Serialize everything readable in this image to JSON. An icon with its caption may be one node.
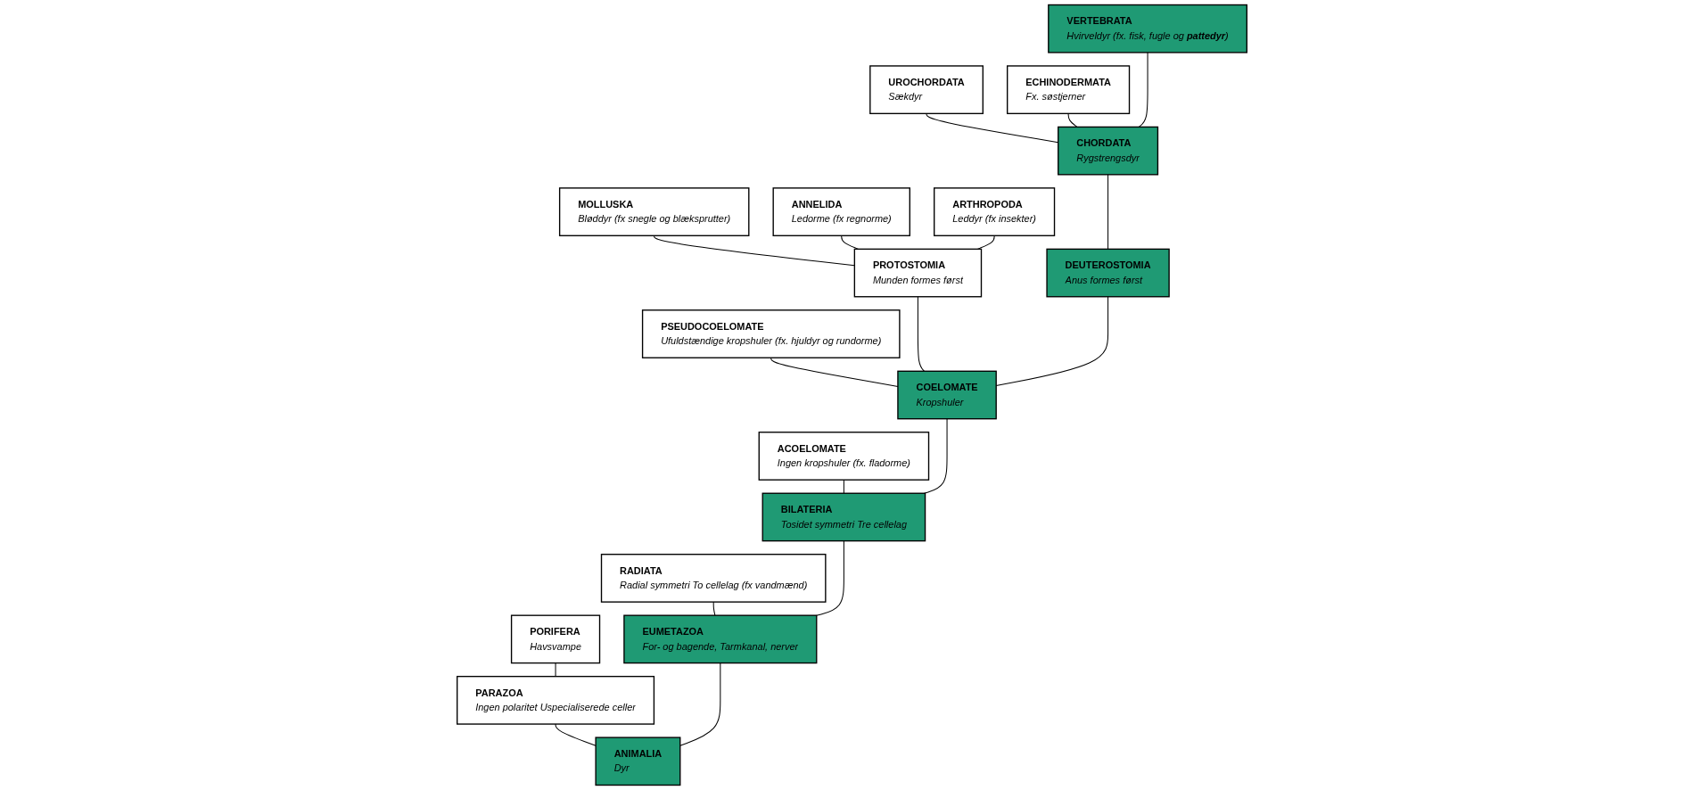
{
  "diagram": {
    "nodes": [
      {
        "text": [
          "PORIFERA",
          "Havsvampe"
        ]
      },
      {
        "text": [
          "RADIATA",
          "Radial symmetri To cellelag (fx vandmænd)"
        ]
      },
      {
        "text": [
          "ACOELOMATE",
          "Ingen kropshuler (fx. fladorme)"
        ]
      },
      {
        "text": [
          "MOLLUSKA",
          "Bløddyr (fx snegle og blæksprutter)"
        ]
      },
      {
        "text": [
          "ANNELIDA",
          "Ledorme (fx regnorme)"
        ]
      },
      {
        "text": [
          "ARTHROPODA",
          "Leddyr (fx insekter)"
        ]
      },
      {
        "text": [
          "VERTEBRATA",
          "Hvirveldyr (fx. fisk, fugle og **pattedyr**)"
        ]
      },
      {
        "text": [
          "CHORDATA",
          "Rygstrengsdyr"
        ]
      },
      {
        "text": [
          "PROTOSTOMIA",
          "Munden formes først"
        ]
      },
      {
        "text": [
          "UROCHORDATA",
          "Sækdyr"
        ]
      },
      {
        "text": [
          "DEUTEROSTOMIA",
          "Anus formes først"
        ]
      },
      {
        "text": [
          "ECHINODERMATA",
          "Fx. søstjerner"
        ]
      },
      {
        "text": [
          "COELOMATE",
          "Kropshuler"
        ]
      },
      {
        "text": [
          "PARAZOA",
          "Ingen polaritet Uspecialiserede celler"
        ]
      },
      {
        "text": [
          "BILATERIA",
          "Tosidet symmetri Tre cellelag"
        ]
      },
      {
        "text": [
          "PSEUDOCOELOMATE",
          "Ufuldstændige kropshuler (fx. hjuldyr og rundorme)"
        ]
      },
      {
        "text": [
          "EUMETAZOA",
          "For- og bagende, Tarmkanal, nerver"
        ]
      },
      {
        "text": [
          "ANIMALIA",
          "Dyr"
        ]
      }
    ],
    "edges": [
      {
        "from": 17,
        "to": 16,
        "arrow": "none"
      },
      {
        "from": 17,
        "to": 13,
        "arrow": "none"
      },
      {
        "from": 13,
        "to": 0,
        "arrow": "none"
      },
      {
        "from": 16,
        "to": 14,
        "arrow": "none"
      },
      {
        "from": 16,
        "to": 1,
        "arrow": "none"
      },
      {
        "from": 14,
        "to": 12,
        "arrow": "none"
      },
      {
        "from": 14,
        "to": 2,
        "arrow": "none"
      },
      {
        "from": 12,
        "to": 10,
        "arrow": "none"
      },
      {
        "from": 12,
        "to": 8,
        "arrow": "none"
      },
      {
        "from": 12,
        "to": 15,
        "arrow": "none"
      },
      {
        "from": 8,
        "to": 3,
        "arrow": "none"
      },
      {
        "from": 8,
        "to": 4,
        "arrow": "none"
      },
      {
        "from": 8,
        "to": 5,
        "arrow": "none"
      },
      {
        "from": 10,
        "to": 7,
        "arrow": "none"
      },
      {
        "from": 7,
        "to": 6,
        "arrow": "none"
      },
      {
        "from": 7,
        "to": 9,
        "arrow": "none"
      },
      {
        "from": 7,
        "to": 11,
        "arrow": "none"
      }
    ]
  }
}
